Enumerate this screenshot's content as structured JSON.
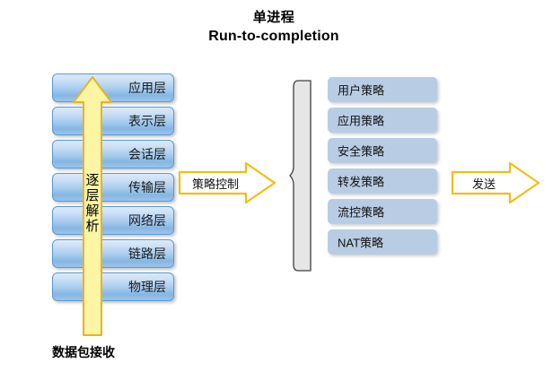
{
  "title": {
    "line1": "单进程",
    "line2": "Run-to-completion"
  },
  "osi_stack": {
    "name": "OSI protocol layer stack",
    "layers": [
      {
        "label": "应用层"
      },
      {
        "label": "表示层"
      },
      {
        "label": "会话层"
      },
      {
        "label": "传输层"
      },
      {
        "label": "网络层"
      },
      {
        "label": "链路层"
      },
      {
        "label": "物理层"
      }
    ]
  },
  "up_arrow": {
    "label": "逐层解析",
    "chars": [
      "逐",
      "层",
      "解",
      "析"
    ],
    "fill": "#fbf5a5",
    "stroke": "#e8b425"
  },
  "bottom_caption": {
    "label": "数据包接收"
  },
  "mid_arrow": {
    "label": "策略控制",
    "fill": "#ffffff",
    "stroke": "#f5bc14"
  },
  "brace": {
    "fill": "#e6e6e6",
    "stroke": "#3f3f3f"
  },
  "policies": {
    "fill": "#b8cce4",
    "items": [
      {
        "label": "用户策略"
      },
      {
        "label": "应用策略"
      },
      {
        "label": "安全策略"
      },
      {
        "label": "转发策略"
      },
      {
        "label": "流控策略"
      },
      {
        "label": "NAT策略"
      }
    ]
  },
  "right_arrow": {
    "label": "发送",
    "fill": "#ffffff",
    "stroke": "#f5bc14"
  },
  "colors": {
    "layer_top": "#dce9f9",
    "layer_bottom": "#85b6e4",
    "layer_border": "#5a9bd4",
    "policy": "#b8cce4",
    "arrow_yellow_fill": "#fbf5a5",
    "arrow_yellow_stroke": "#e8b425",
    "arrow_gold_stroke": "#f5bc14",
    "brace_fill": "#e6e6e6",
    "background": "#ffffff",
    "text": "#000000"
  }
}
